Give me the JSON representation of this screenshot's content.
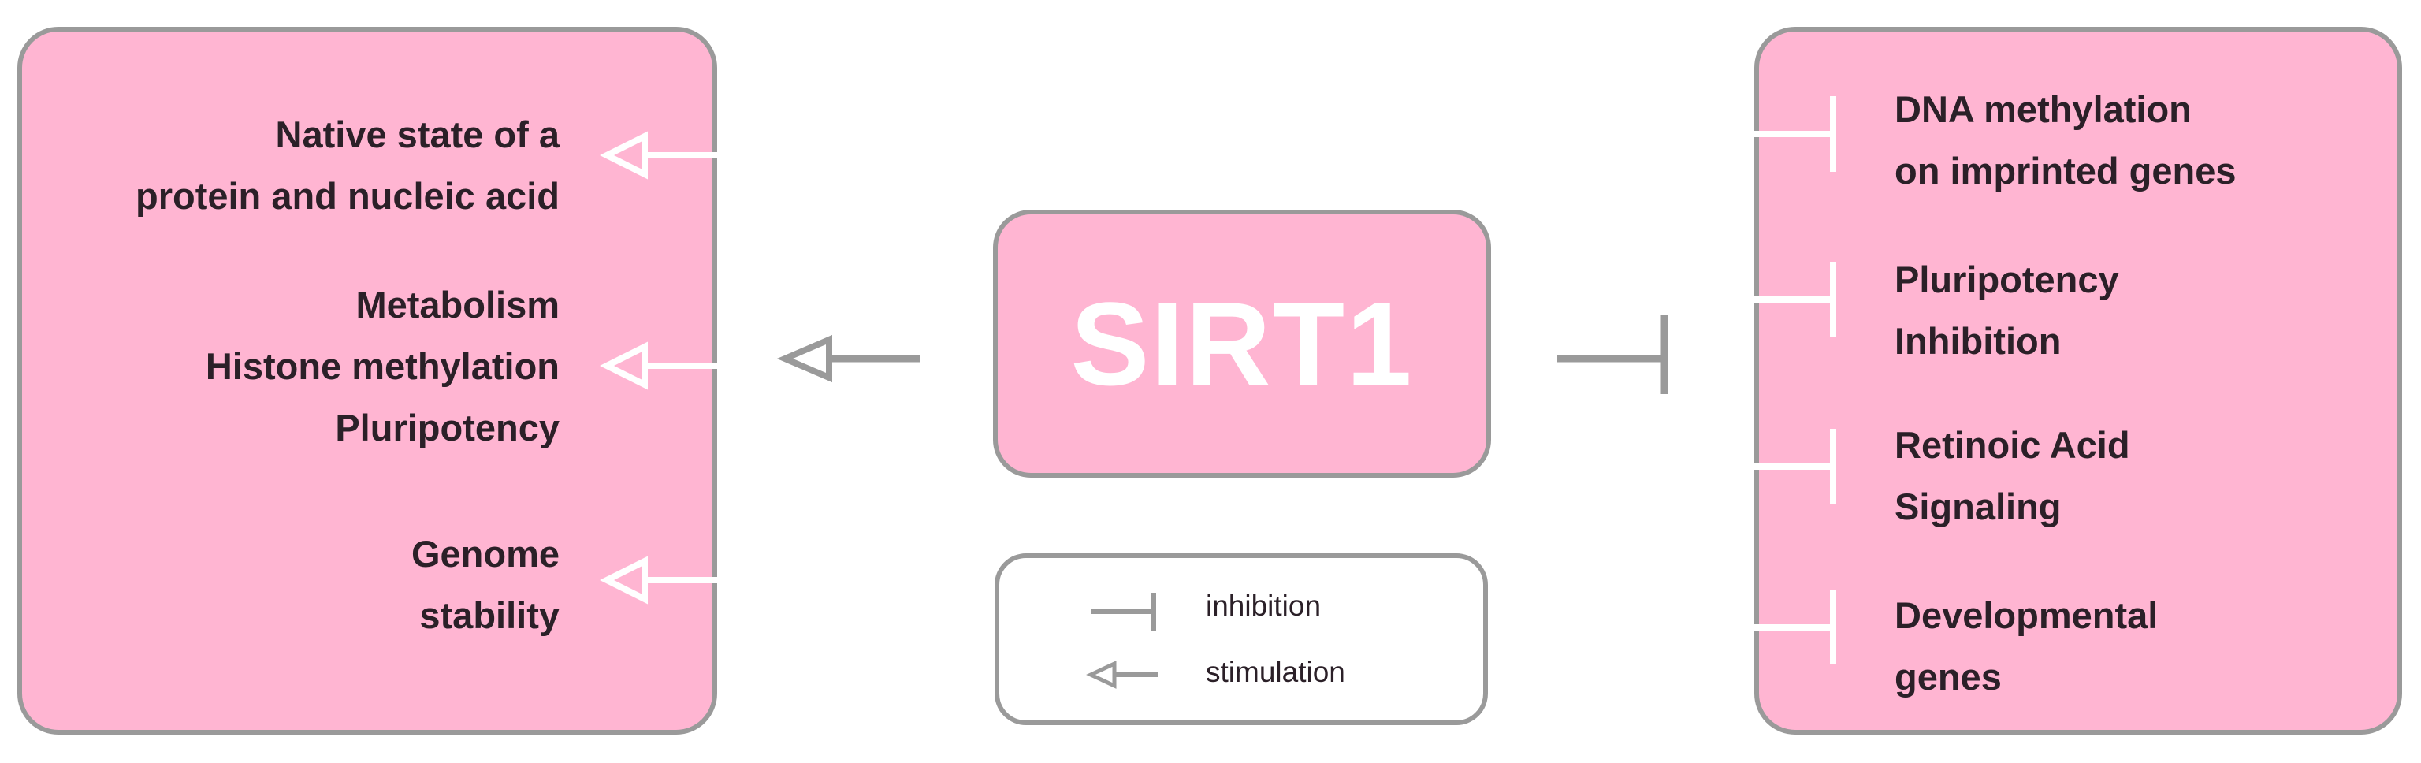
{
  "colors": {
    "panel_fill": "#ffb5d2",
    "border": "#9a9a9a",
    "text": "#2b2028",
    "white": "#ffffff"
  },
  "center": {
    "title": "SIRT1"
  },
  "stimulated_items": [
    {
      "lines": [
        "Native state of a",
        "protein and nucleic acid"
      ]
    },
    {
      "lines": [
        "Metabolism",
        "Histone methylation",
        "Pluripotency"
      ]
    },
    {
      "lines": [
        "Genome",
        "stability"
      ]
    }
  ],
  "inhibited_items": [
    {
      "lines": [
        "DNA methylation",
        "on imprinted genes"
      ]
    },
    {
      "lines": [
        "Pluripotency",
        "Inhibition"
      ]
    },
    {
      "lines": [
        "Retinoic Acid",
        "Signaling"
      ]
    },
    {
      "lines": [
        "Developmental",
        "genes"
      ]
    }
  ],
  "legend": {
    "inhibition_label": "inhibition",
    "stimulation_label": "stimulation"
  }
}
